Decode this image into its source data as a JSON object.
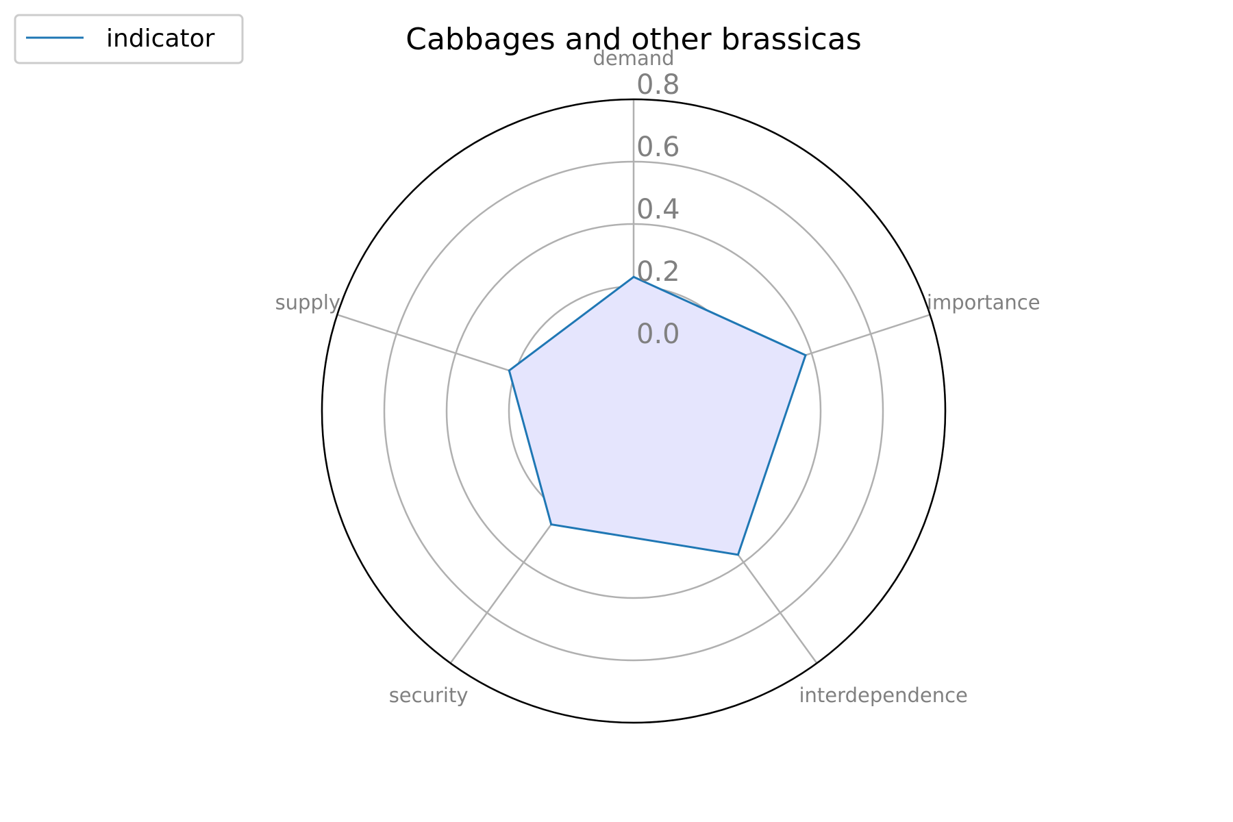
{
  "chart_data": {
    "type": "radar",
    "title": "Cabbages and other brassicas",
    "categories": [
      "demand",
      "importance",
      "interdependence",
      "security",
      "supply"
    ],
    "series": [
      {
        "name": "indicator",
        "values": [
          0.23,
          0.38,
          0.37,
          0.25,
          0.22
        ]
      }
    ],
    "rlim": [
      -0.2,
      0.8
    ],
    "rticks": [
      0.0,
      0.2,
      0.4,
      0.6,
      0.8
    ],
    "rtick_labels": [
      "0.0",
      "0.2",
      "0.4",
      "0.6",
      "0.8"
    ],
    "grid": true,
    "legend_position": "upper-left",
    "colors": {
      "series_line": "#1f77b4",
      "series_fill": "#e5e5fd",
      "grid": "#b0b0b0",
      "frame": "#000000",
      "label": "#808080"
    }
  }
}
